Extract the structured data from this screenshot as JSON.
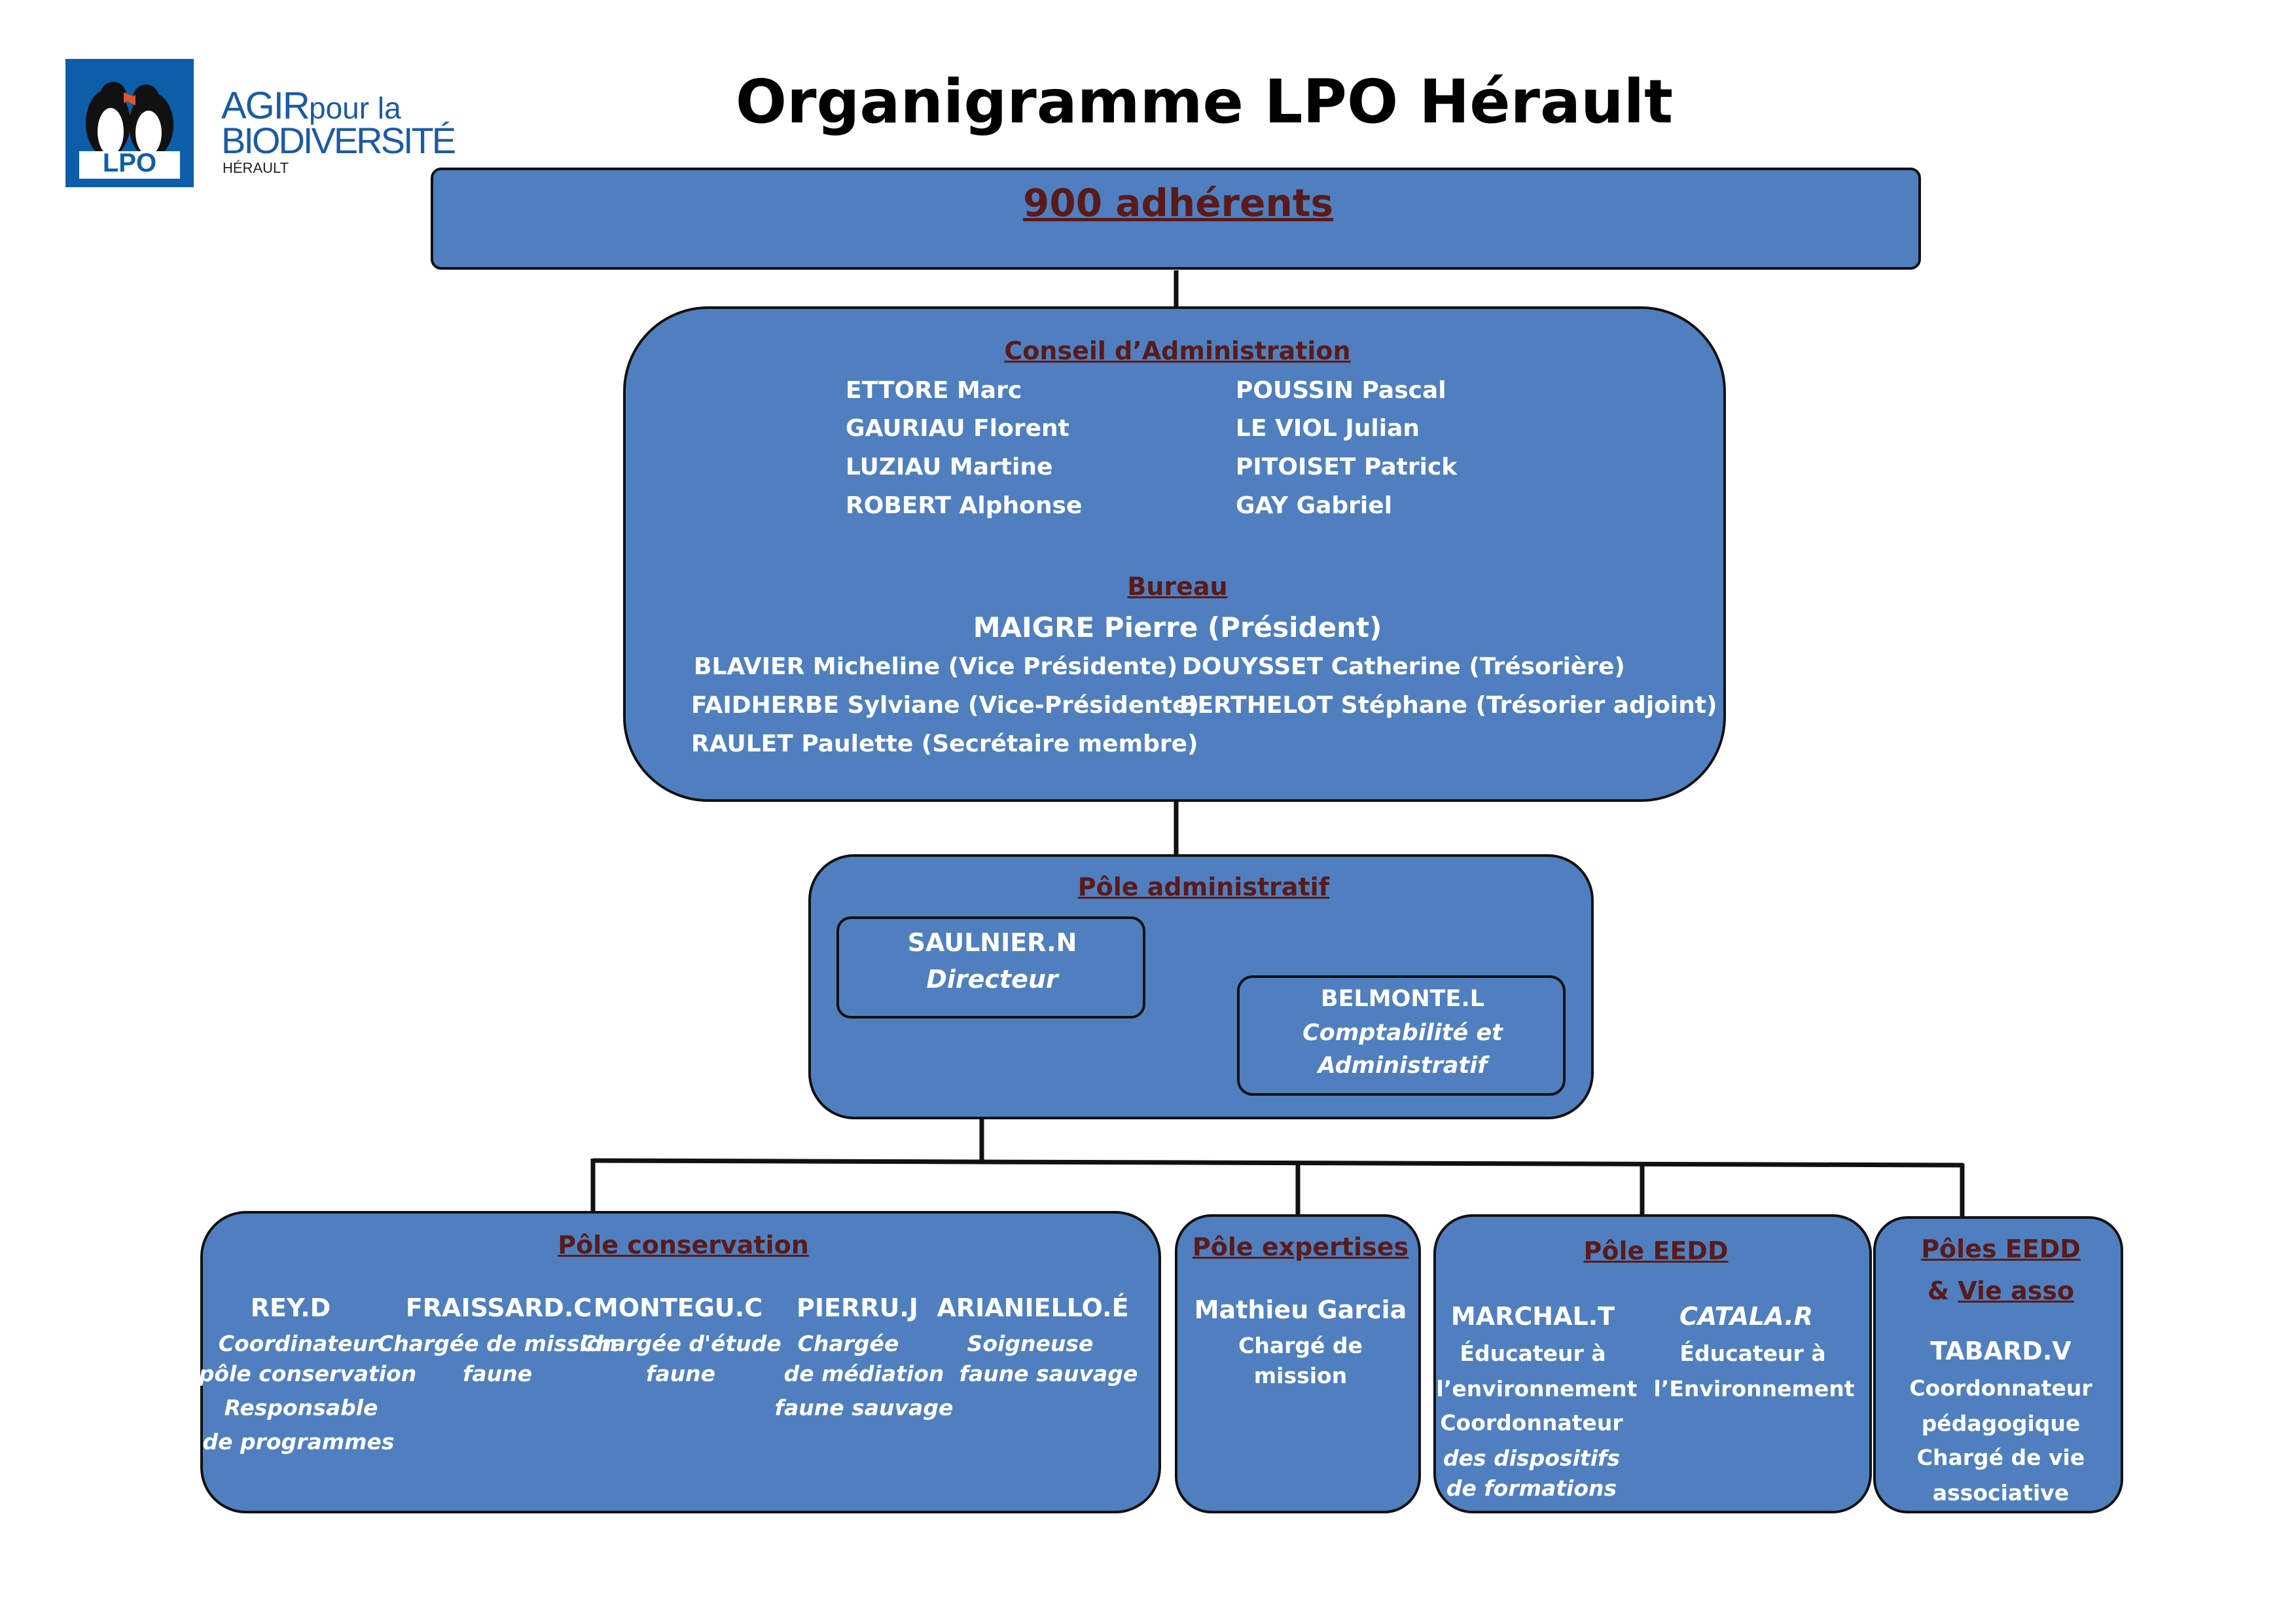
{
  "logo": {
    "lpo": "LPO",
    "agir": "AGIR",
    "pour_la": "pour la",
    "biodiversite": "BIODIVERSITÉ",
    "herault": "HÉRAULT"
  },
  "title": "Organigramme LPO Hérault",
  "adherents": "900 adhérents",
  "conseil": {
    "heading": "Conseil d’Administration",
    "left": [
      "ETTORE Marc",
      "GAURIAU Florent",
      "LUZIAU Martine",
      "ROBERT Alphonse"
    ],
    "right": [
      "POUSSIN Pascal",
      "LE VIOL Julian",
      "PITOISET Patrick",
      "GAY Gabriel"
    ]
  },
  "bureau": {
    "heading": "Bureau",
    "president": "MAIGRE Pierre (Président)",
    "left": [
      "BLAVIER Micheline (Vice Présidente)",
      "FAIDHERBE Sylviane (Vice-Présidente)",
      "RAULET Paulette (Secrétaire membre)"
    ],
    "right": [
      "DOUYSSET Catherine (Trésorière)",
      "BERTHELOT Stéphane (Trésorier adjoint)"
    ]
  },
  "admin": {
    "heading": "Pôle administratif",
    "director_name": "SAULNIER.N",
    "director_role": "Directeur",
    "compta_name": "BELMONTE.L",
    "compta_role": [
      "Comptabilité et",
      "Administratif"
    ]
  },
  "conservation": {
    "heading": "Pôle conservation",
    "members": [
      {
        "name": "REY.D",
        "role": [
          "Coordinateur",
          "pôle conservation"
        ],
        "extra": [
          "Responsable",
          "de programmes"
        ]
      },
      {
        "name": "FRAISSARD.C",
        "role": [
          "Chargée de mission",
          "faune"
        ]
      },
      {
        "name": "MONTEGU.C",
        "role": [
          "Chargée d'étude",
          "faune"
        ]
      },
      {
        "name": "PIERRU.J",
        "role": [
          "Chargée",
          "de médiation",
          "faune sauvage"
        ]
      },
      {
        "name": "ARIANIELLO.É",
        "role": [
          "Soigneuse",
          "faune sauvage"
        ]
      }
    ]
  },
  "expertises": {
    "heading": "Pôle expertises",
    "name": "Mathieu Garcia",
    "role": [
      "Chargé de",
      "mission"
    ]
  },
  "eedd": {
    "heading": "Pôle EEDD",
    "m1_name": "MARCHAL.T",
    "m1_role": [
      "Éducateur à",
      "l’environnement",
      "Coordonnateur"
    ],
    "m1_extra": [
      "des dispositifs",
      "de  formations"
    ],
    "m2_name": "CATALA.R",
    "m2_role": [
      "Éducateur à",
      "l’Environnement"
    ]
  },
  "vieasso": {
    "heading1": "Pôles EEDD",
    "amp": "& ",
    "heading2": "Vie asso",
    "name": "TABARD.V",
    "role": [
      "Coordonnateur",
      "pédagogique",
      "Chargé de vie",
      "associative"
    ]
  }
}
